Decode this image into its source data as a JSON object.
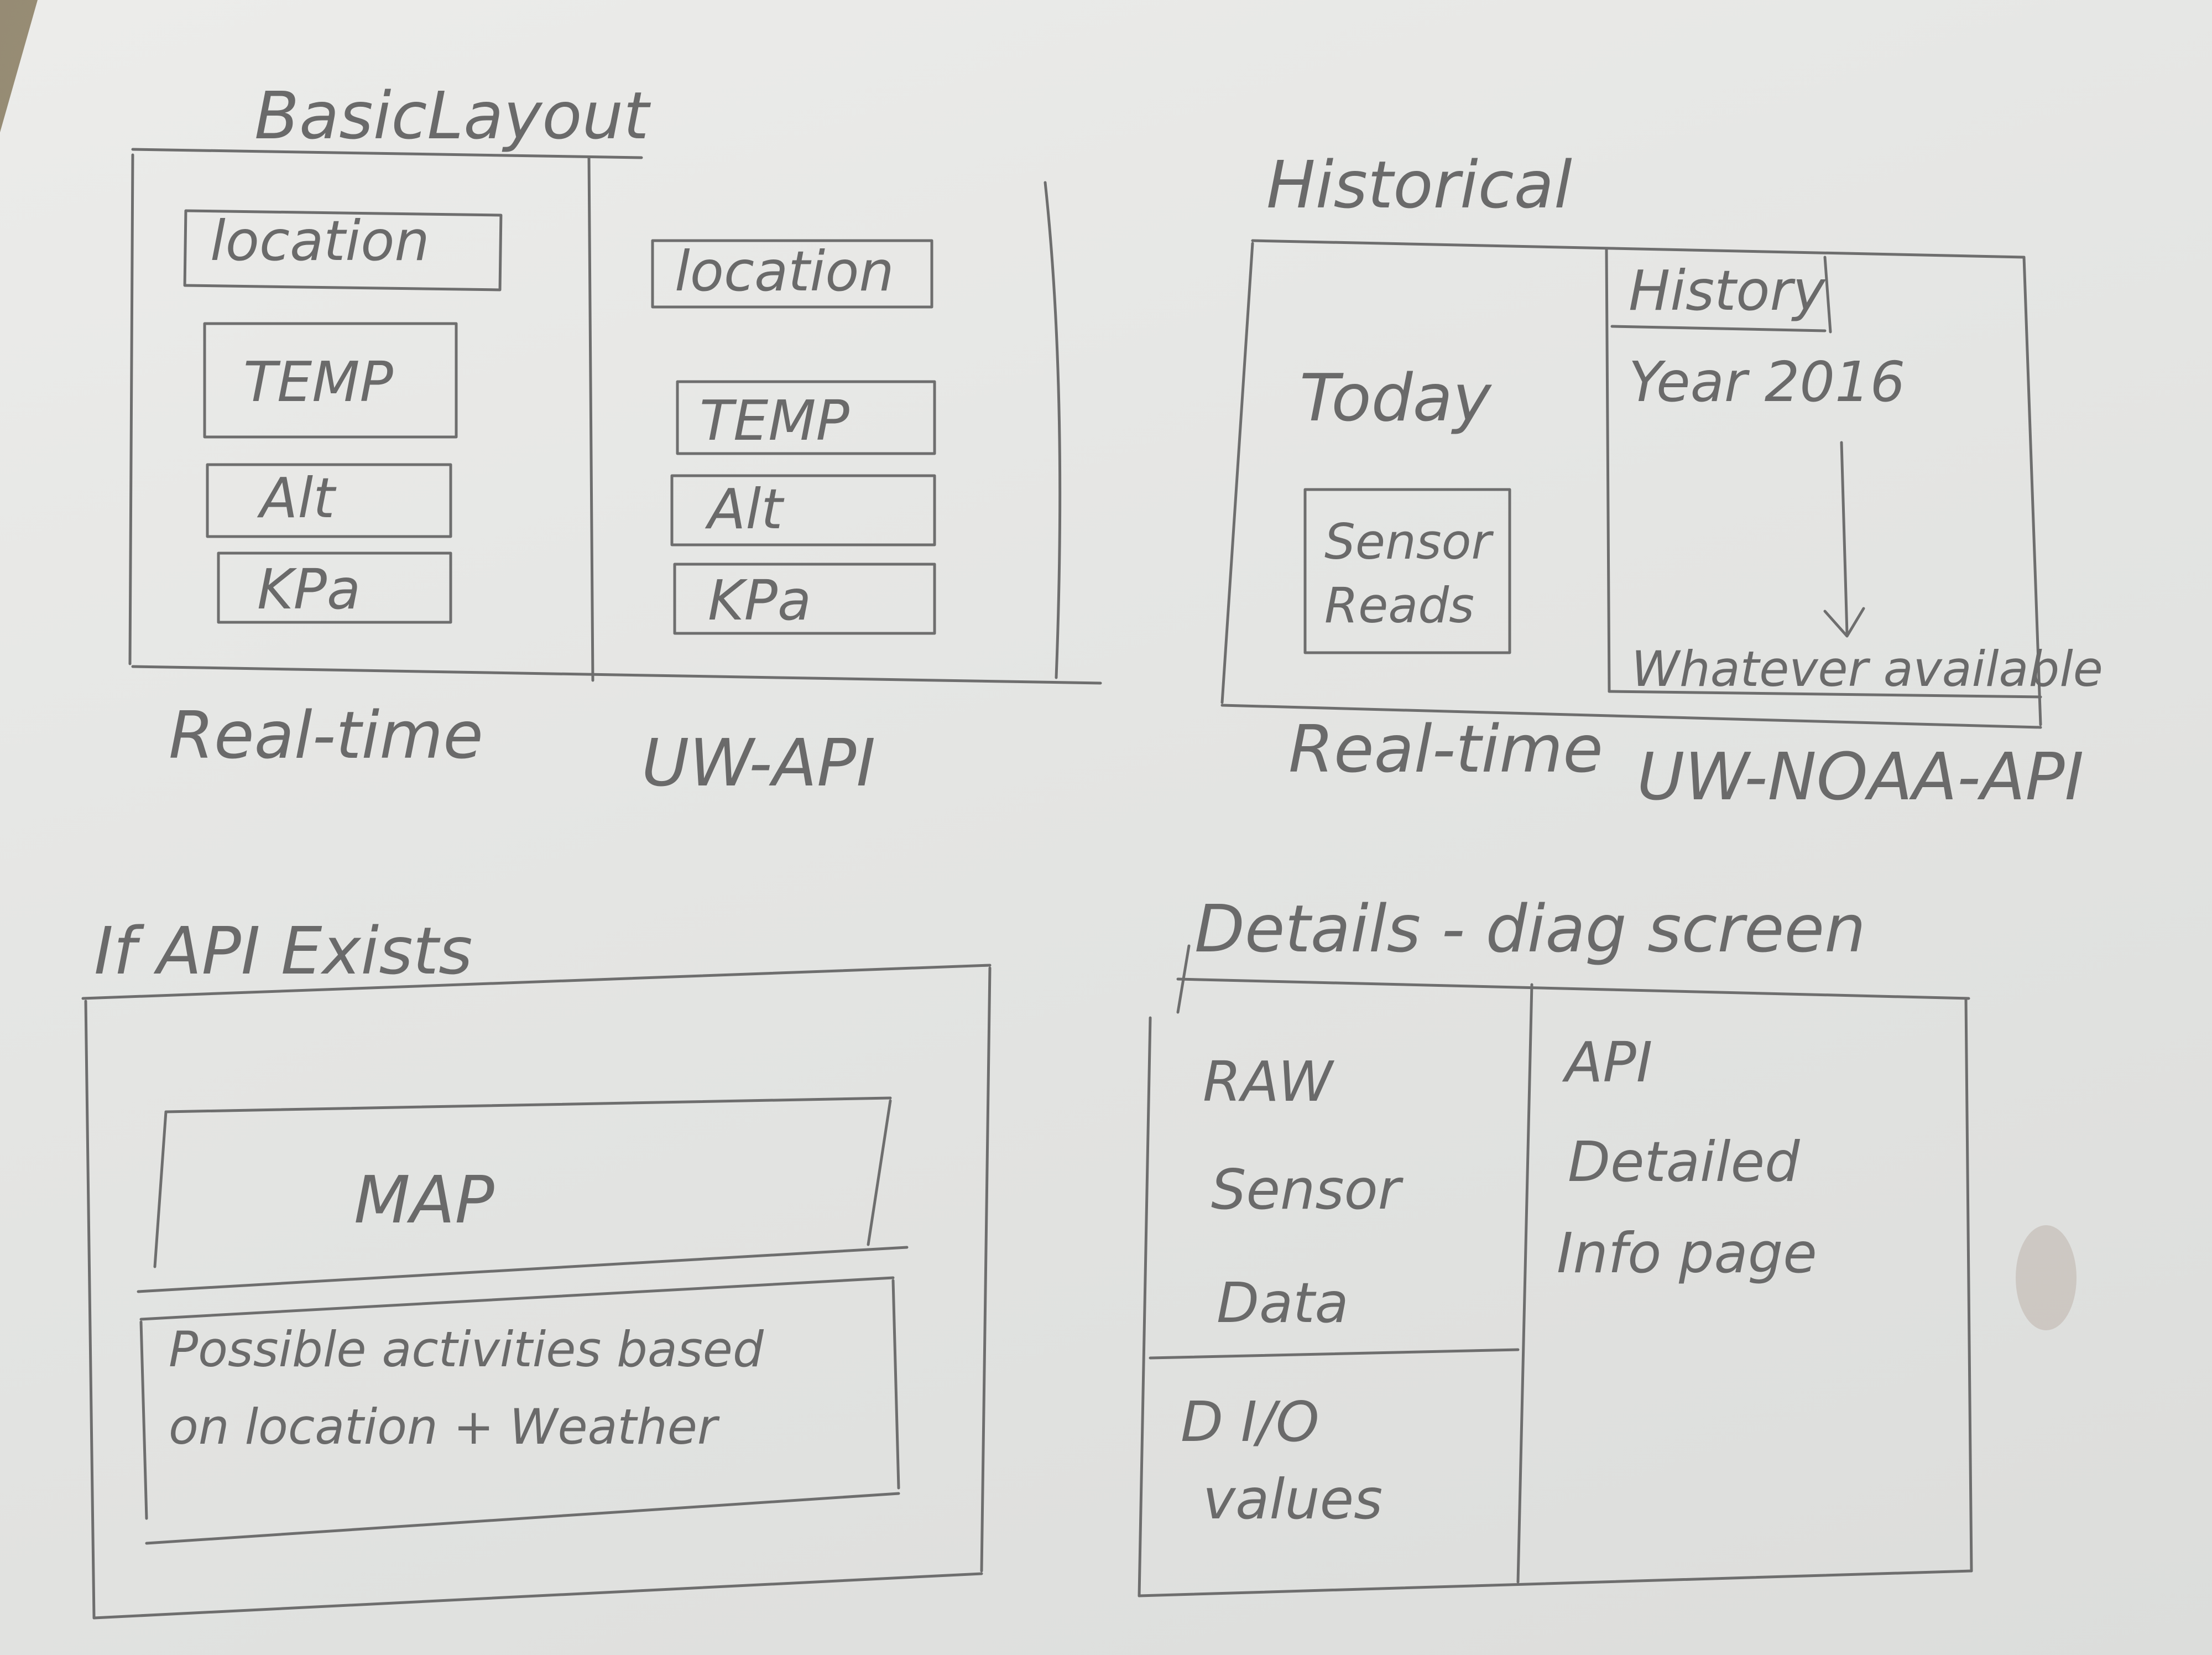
{
  "sketch": {
    "basic_layout": {
      "title": "BasicLayout",
      "left_panel": {
        "location": "location",
        "temp": "TEMP",
        "alt": "Alt",
        "kpa": "KPa",
        "caption": "Real-time"
      },
      "right_panel": {
        "location": "location",
        "temp": "TEMP",
        "alt": "Alt",
        "kpa": "KPa",
        "caption": "UW-API"
      }
    },
    "historical": {
      "title": "Historical",
      "today": "Today",
      "sensor_reads_line1": "Sensor",
      "sensor_reads_line2": "Reads",
      "history": "History",
      "year": "Year 2016",
      "whatever": "Whatever available",
      "caption_left": "Real-time",
      "caption_right": "UW-NOAA-API"
    },
    "if_api_exists": {
      "title": "If API Exists",
      "map": "MAP",
      "activities_line1": "Possible activities based",
      "activities_line2": "on location + Weather"
    },
    "details": {
      "title": "Details - diag screen",
      "raw_line1": "RAW",
      "raw_line2": "Sensor",
      "raw_line3": "Data",
      "io_line1": "D I/O",
      "io_line2": "values",
      "api_line1": "API",
      "api_line2": "Detailed",
      "api_line3": "Info page"
    }
  },
  "colors": {
    "paper": "#e6e7e5",
    "pencil": "#6e6e6e",
    "carpet": "#857a66"
  }
}
